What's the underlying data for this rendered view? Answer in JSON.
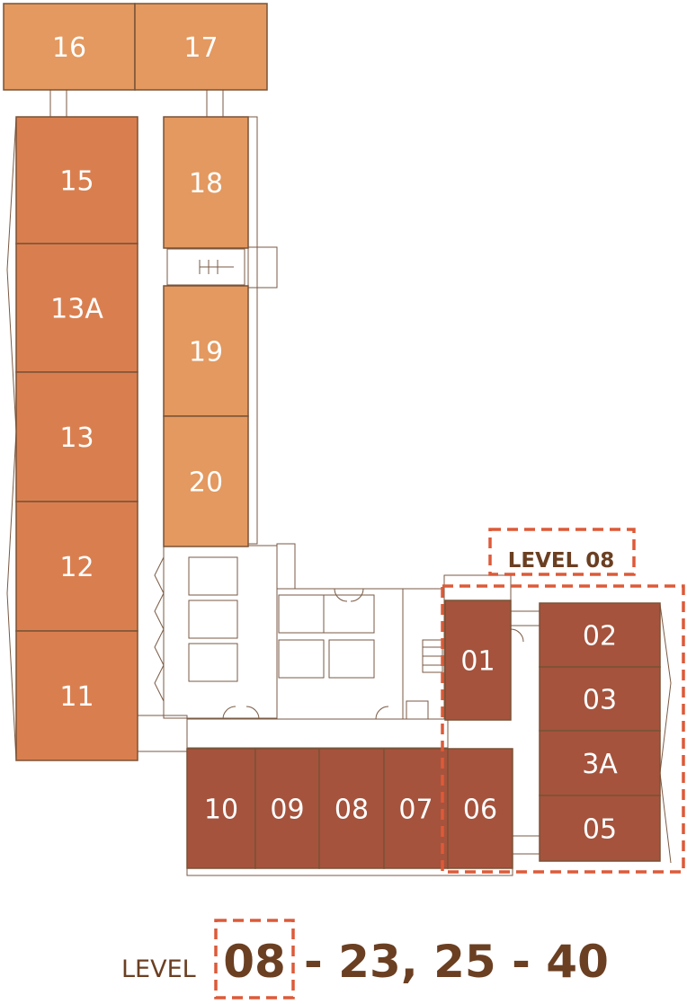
{
  "colors": {
    "tower_dark": "#d97f4f",
    "tower_light": "#e3995f",
    "highlight": "#a5533d",
    "outline": "#7a5236",
    "dash": "#dd5a38",
    "text_brown": "#6b3f22"
  },
  "units": [
    {
      "label": "16",
      "tone": "tower_light"
    },
    {
      "label": "17",
      "tone": "tower_light"
    },
    {
      "label": "15",
      "tone": "tower_dark"
    },
    {
      "label": "13A",
      "tone": "tower_dark"
    },
    {
      "label": "13",
      "tone": "tower_dark"
    },
    {
      "label": "12",
      "tone": "tower_dark"
    },
    {
      "label": "11",
      "tone": "tower_dark"
    },
    {
      "label": "18",
      "tone": "tower_light"
    },
    {
      "label": "19",
      "tone": "tower_light"
    },
    {
      "label": "20",
      "tone": "tower_light"
    },
    {
      "label": "01",
      "tone": "highlight"
    },
    {
      "label": "02",
      "tone": "highlight"
    },
    {
      "label": "03",
      "tone": "highlight"
    },
    {
      "label": "3A",
      "tone": "highlight"
    },
    {
      "label": "05",
      "tone": "highlight"
    },
    {
      "label": "10",
      "tone": "highlight"
    },
    {
      "label": "09",
      "tone": "highlight"
    },
    {
      "label": "08",
      "tone": "highlight"
    },
    {
      "label": "07",
      "tone": "highlight"
    },
    {
      "label": "06",
      "tone": "highlight"
    }
  ],
  "level_tag": "LEVEL 08",
  "footer": {
    "prefix": "LEVEL",
    "level": "08",
    "rest": "- 23, 25 - 40"
  }
}
